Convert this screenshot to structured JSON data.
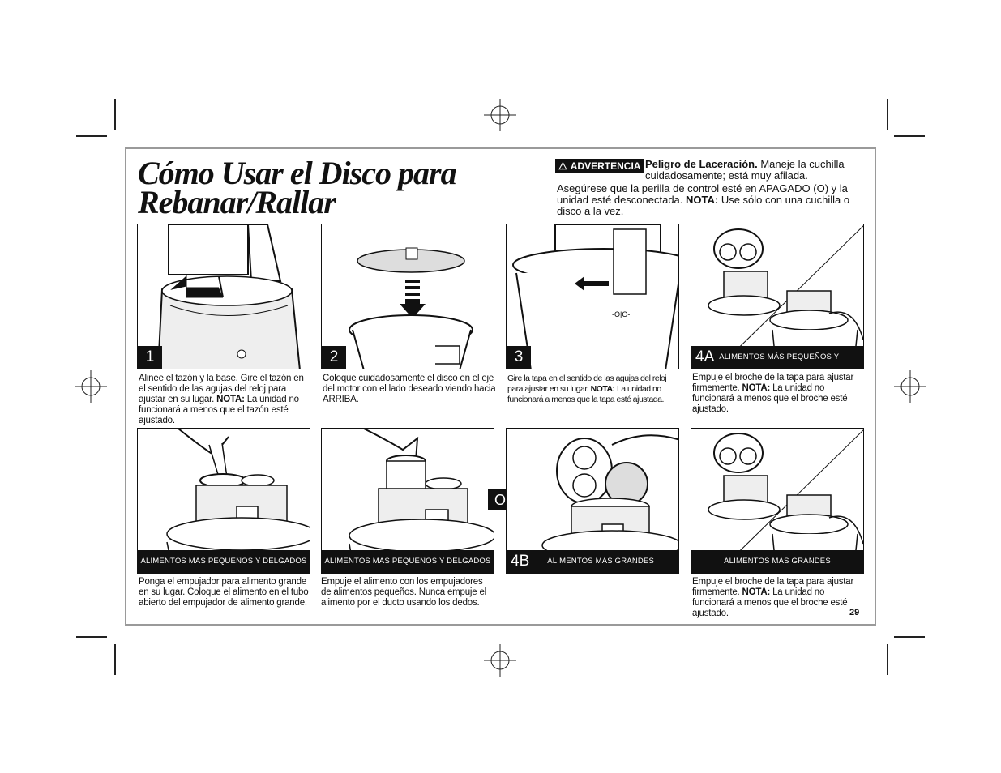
{
  "title_line1": "Cómo Usar el Disco para",
  "title_line2": "Rebanar/Rallar",
  "warning": {
    "badge": "ADVERTENCIA",
    "heading_bold": "Peligro de Laceración.",
    "heading_rest": " Maneje la cuchilla cuidadosamente; está muy afilada.",
    "body_1": "Asegúrese que la perilla de control esté en APAGADO (O) y la unidad esté desconectada. ",
    "body_note": "NOTA:",
    "body_2": " Use sólo con una cuchilla o disco a la vez."
  },
  "steps": [
    {
      "number": "1",
      "caption_1": "Alinee el tazón y la base. Gire el tazón en el sentido de las agujas del reloj para ajustar en su lugar. ",
      "note": "NOTA:",
      "caption_2": " La unidad no funcionará a menos que el tazón esté ajustado."
    },
    {
      "number": "2",
      "caption_1": "Coloque cuidadosamente el disco en el eje del motor con el lado deseado viendo hacia ARRIBA."
    },
    {
      "number": "3",
      "caption_1": "Gire la tapa en el sentido de las agujas del reloj para ajustar en su lugar. ",
      "note": "NOTA:",
      "caption_2": " La unidad no funcionará a menos que la tapa esté ajustada.",
      "knob_label": "-O|O-"
    },
    {
      "number": "4A",
      "bar_label": "ALIMENTOS MÁS PEQUEÑOS Y DELGADOS",
      "caption_1": "Empuje el broche de la tapa para ajustar firmemente. ",
      "note": "NOTA:",
      "caption_2": " La unidad no funcionará a menos que el broche esté ajustado."
    }
  ],
  "row2": [
    {
      "bar_label": "ALIMENTOS MÁS PEQUEÑOS Y DELGADOS",
      "caption_1": "Ponga el empujador para alimento grande en su lugar. Coloque el alimento en el tubo abierto del empujador de alimento grande."
    },
    {
      "bar_label": "ALIMENTOS MÁS PEQUEÑOS Y DELGADOS",
      "caption_1": "Empuje el alimento con los empujadores de alimentos pequeños. Nunca empuje el alimento por el ducto usando los dedos."
    },
    {
      "number": "4B",
      "bar_label": "ALIMENTOS MÁS GRANDES"
    },
    {
      "bar_label": "ALIMENTOS MÁS GRANDES",
      "caption_1": "Empuje el broche de la tapa para ajustar firmemente. ",
      "note": "NOTA:",
      "caption_2": " La unidad no funcionará a menos que el broche esté ajustado."
    }
  ],
  "or_badge": "O",
  "page_number": "29",
  "colors": {
    "ink": "#111111",
    "frame": "#9a9a9a",
    "bar": "#111111"
  }
}
